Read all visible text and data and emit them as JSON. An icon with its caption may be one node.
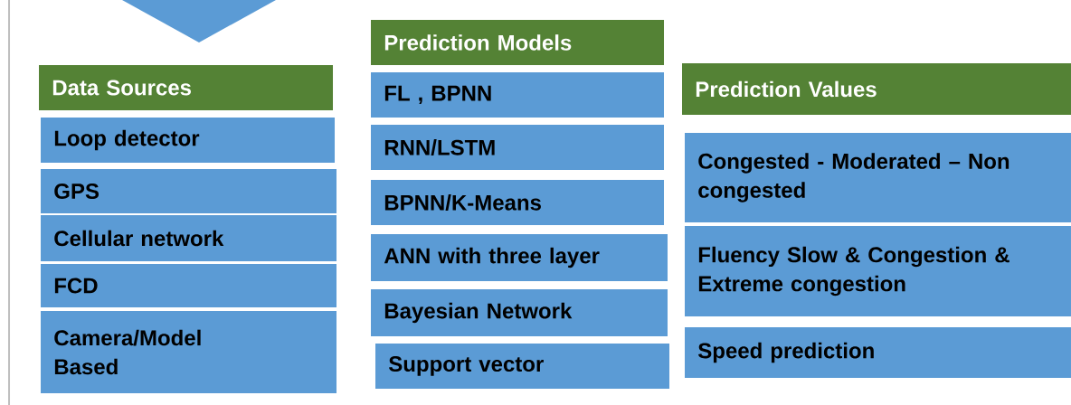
{
  "diagram": {
    "nodes": [
      {
        "text": [],
        "shape": "triangle"
      },
      {
        "text": [
          "Data Sources"
        ]
      },
      {
        "text": [
          "Loop detector"
        ]
      },
      {
        "text": [
          "GPS"
        ]
      },
      {
        "text": [
          "Cellular network"
        ]
      },
      {
        "text": [
          "FCD"
        ]
      },
      {
        "text": [
          "Camera/Model Based"
        ]
      },
      {
        "text": [
          "Prediction Models"
        ]
      },
      {
        "text": [
          "FL , BPNN"
        ]
      },
      {
        "text": [
          "RNN/LSTM"
        ]
      },
      {
        "text": [
          "BPNN/K-Means"
        ]
      },
      {
        "text": [
          "ANN with three layer"
        ]
      },
      {
        "text": [
          "Bayesian Network"
        ]
      },
      {
        "text": [
          "Support vector"
        ]
      },
      {
        "text": [
          "Prediction Values"
        ]
      },
      {
        "text": [
          "Congested - Moderated – Non congested"
        ]
      },
      {
        "text": [
          "Fluency  Slow & Congestion & Extreme congestion"
        ]
      },
      {
        "text": [
          "Speed prediction"
        ]
      }
    ],
    "edges": []
  }
}
